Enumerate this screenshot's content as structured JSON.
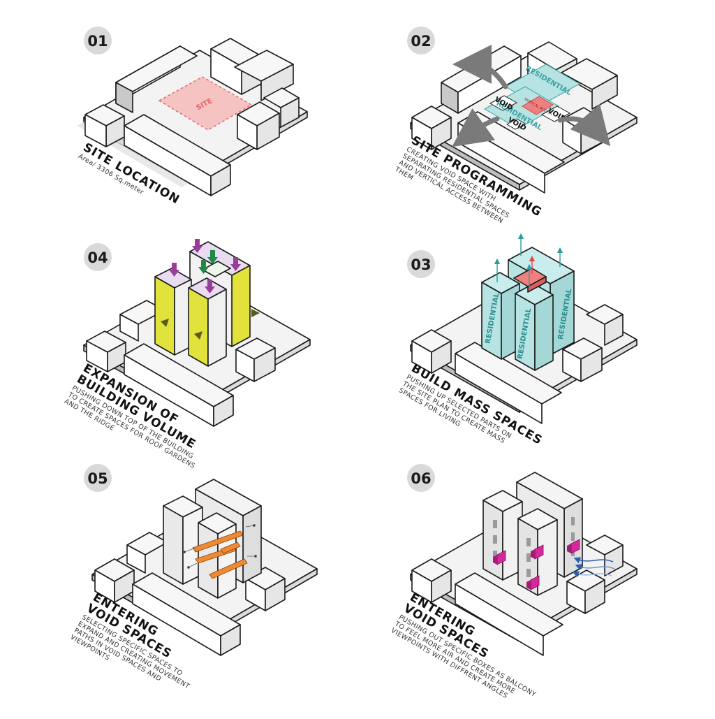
{
  "colors": {
    "site_fill": "#f6c3c3",
    "site_text": "#e06767",
    "residential": "#b8e3e3",
    "residential_text": "#3aa3a3",
    "vertical_access": "#f08080",
    "expansion_yellow": "#e2e23c",
    "purple_arrow": "#9a3d9a",
    "green_arrow": "#1f8a48",
    "orange_path": "#f08a30",
    "magenta_box": "#d6289a",
    "air_blue": "#2f5fb0",
    "badge": "#d9d9d9"
  },
  "panels": [
    {
      "id": "site-location",
      "number": "01",
      "title_lines": [
        "SITE LOCATION"
      ],
      "description_lines": [
        "Area/ 3306 Sq.meter"
      ],
      "labels": {
        "site": "SITE"
      }
    },
    {
      "id": "site-programming",
      "number": "02",
      "title_lines": [
        "SITE PROGRAMMING"
      ],
      "description_lines": [
        "CREATING VOID SPACE WITH",
        "SEPARATING RESIDENTIAL SPACES",
        "AND VERTICAL ACCESS BETWEEN",
        "THEM"
      ],
      "labels": {
        "residential_top": "RESIDENTIAL",
        "residential_bottom": "RESIDENTIAL",
        "void_left": "VOID",
        "void_right": "VOID",
        "void_small": "VOID",
        "vertical_access": "VERTICAL ACCESS"
      }
    },
    {
      "id": "expansion-of-building-volume",
      "number": "04",
      "title_lines": [
        "EXPANSION OF",
        "BUILDING VOLUME"
      ],
      "description_lines": [
        "PUSHING DOWN TOP OF THE BUILDING",
        "TO CREATE SPACES FOR ROOF GARDENS",
        "AND THE RIDGE"
      ]
    },
    {
      "id": "build-mass-spaces",
      "number": "03",
      "title_lines": [
        "BUILD MASS SPACES"
      ],
      "description_lines": [
        "PUSHING UP SELECTED PARTS ON",
        "THE SITE PLAN  TO CREATE MASS",
        "SPACES FOR LIVING"
      ],
      "labels": {
        "residential_1": "RESIDENTIAL",
        "residential_2": "RESIDENTIAL",
        "residential_3": "RESIDENTIAL"
      }
    },
    {
      "id": "entering-void-spaces-movement",
      "number": "05",
      "title_lines": [
        "ENTERING",
        "VOID SPACES"
      ],
      "description_lines": [
        "SELECTING SPECIFIC SPACES TO",
        "EXPAND AND CREATING MOVEMENT",
        "PATHS IN VOID SPACES AND",
        "VIEWPOINTS"
      ]
    },
    {
      "id": "entering-void-spaces-balcony",
      "number": "06",
      "title_lines": [
        "ENTERING",
        "VOID SPACES"
      ],
      "description_lines": [
        "PUSHING OUT SPECIFIC BOXES AS BALCONY",
        "TO FEEL MORE AIR AND CREATE MORE",
        "VIEWPOINTS WITH DIFFRENT ANGLES"
      ]
    }
  ]
}
